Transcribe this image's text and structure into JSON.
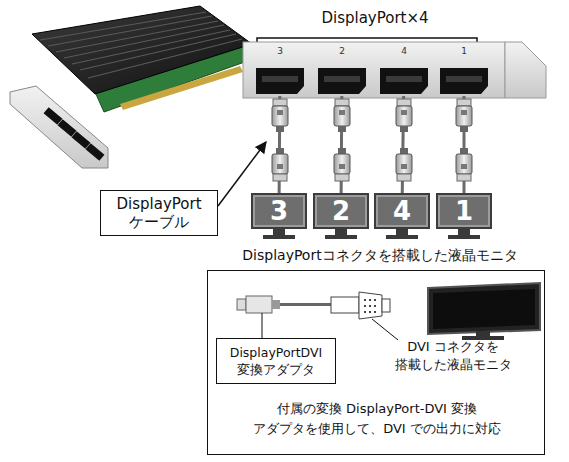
{
  "diagram": {
    "nodes": [
      {
        "text": [
          "3"
        ]
      },
      {
        "text": [
          "2"
        ]
      },
      {
        "text": [
          "4"
        ]
      },
      {
        "text": [
          "1"
        ]
      },
      {
        "text": [
          "DisplayPort ケーブル"
        ]
      },
      {
        "text": [
          "3"
        ]
      },
      {
        "text": [
          "2"
        ]
      },
      {
        "text": [
          "4"
        ]
      },
      {
        "text": [
          "1"
        ]
      },
      {
        "text": [
          "付属の変換 DisplayPort-DVI 変換 アダプタを使用して、DVI での出力に対応"
        ]
      },
      {
        "text": [
          "DisplayPortDVI 変換アダプタ"
        ],
        "in": 9
      }
    ],
    "edges": [
      {
        "from": 0,
        "to": 5,
        "arrow": "none"
      },
      {
        "from": 1,
        "to": 6,
        "arrow": "none"
      },
      {
        "from": 2,
        "to": 7,
        "arrow": "none"
      },
      {
        "from": 3,
        "to": 8,
        "arrow": "none"
      }
    ],
    "labels": [
      "DisplayPort×4",
      "DisplayPortコネクタを搭載した液晶モニタ",
      "DVI コネクタを 搭載した液晶モニタ"
    ]
  }
}
